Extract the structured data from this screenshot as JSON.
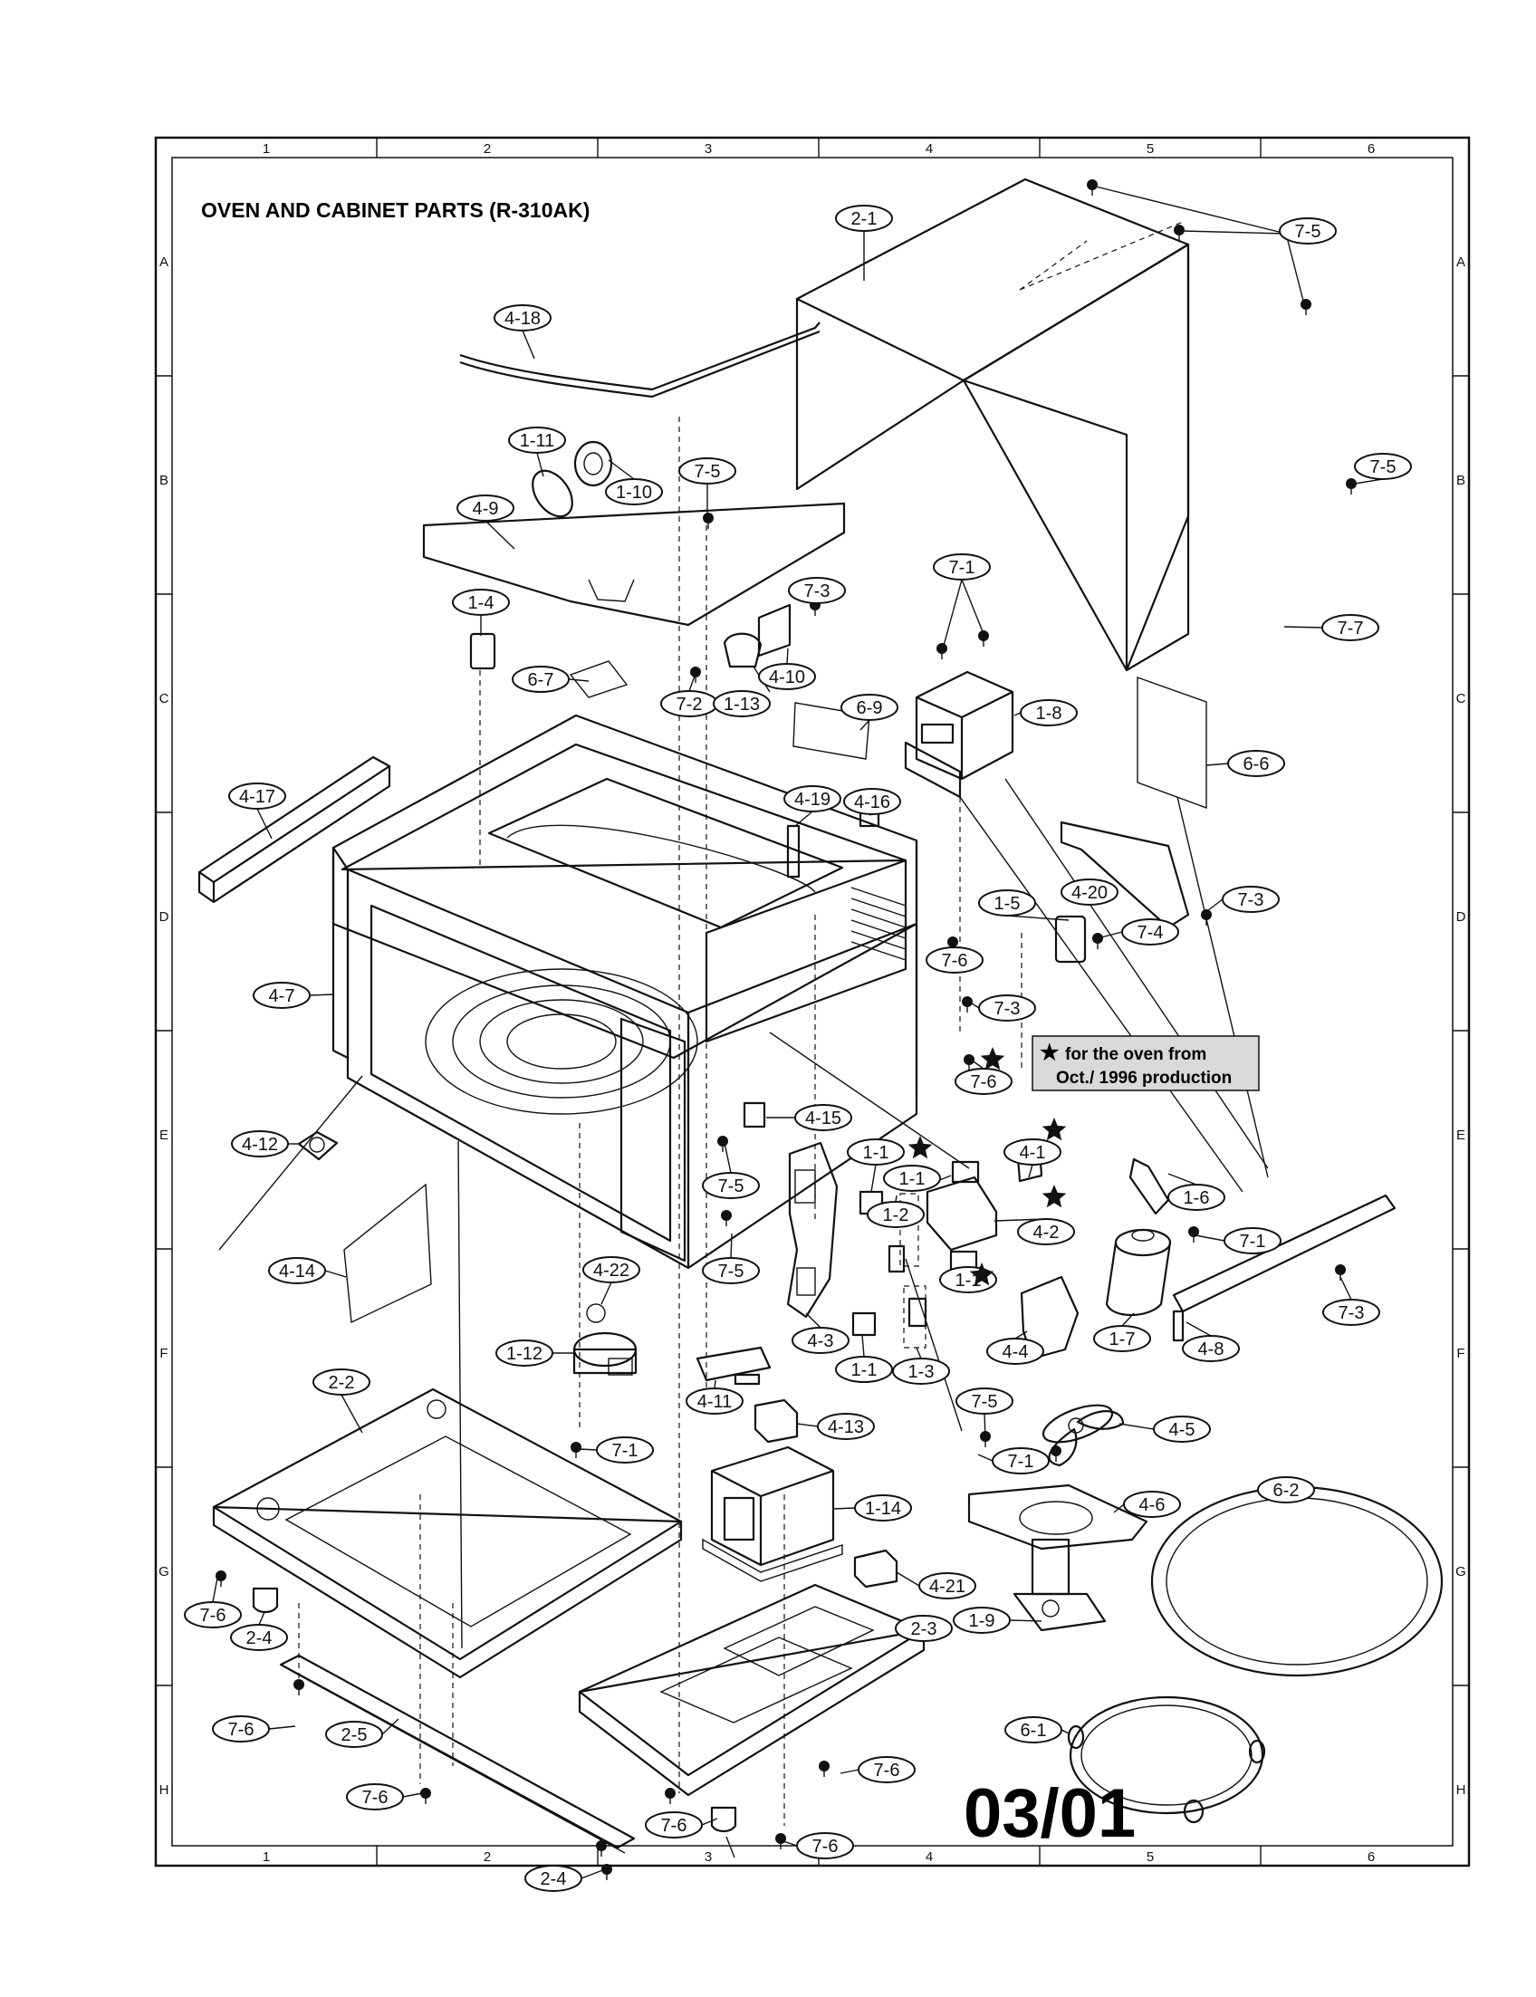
{
  "diagram": {
    "title": "OVEN AND CABINET PARTS (R-310AK)",
    "page_code": "03/01",
    "note": {
      "star": "★",
      "line1": "for the oven from",
      "line2": "Oct./ 1996 production"
    },
    "grid_columns": [
      "1",
      "2",
      "3",
      "4",
      "5",
      "6"
    ],
    "grid_rows": [
      "A",
      "B",
      "C",
      "D",
      "E",
      "F",
      "G",
      "H"
    ],
    "callouts": [
      "2-1",
      "7-5",
      "7-5",
      "4-18",
      "1-11",
      "1-10",
      "7-5",
      "4-9",
      "7-3",
      "1-4",
      "7-2",
      "1-13",
      "4-10",
      "7-1",
      "1-8",
      "7-7",
      "6-7",
      "6-9",
      "6-6",
      "4-19",
      "4-16",
      "4-17",
      "4-20",
      "7-3",
      "1-5",
      "7-6",
      "7-3",
      "7-4",
      "4-7",
      "7-6",
      "4-15",
      "4-12",
      "7-5",
      "1-1",
      "1-1",
      "4-1",
      "1-6",
      "4-2",
      "1-2",
      "7-1",
      "4-14",
      "7-5",
      "4-22",
      "1-1",
      "7-3",
      "4-3",
      "4-4",
      "1-7",
      "4-8",
      "1-12",
      "1-1",
      "1-3",
      "2-2",
      "4-11",
      "7-5",
      "4-5",
      "7-1",
      "4-13",
      "7-1",
      "4-6",
      "6-2",
      "1-14",
      "4-21",
      "7-6",
      "2-4",
      "1-9",
      "2-3",
      "7-6",
      "6-1",
      "2-5",
      "7-6",
      "7-6",
      "7-6",
      "7-6",
      "2-4"
    ]
  }
}
